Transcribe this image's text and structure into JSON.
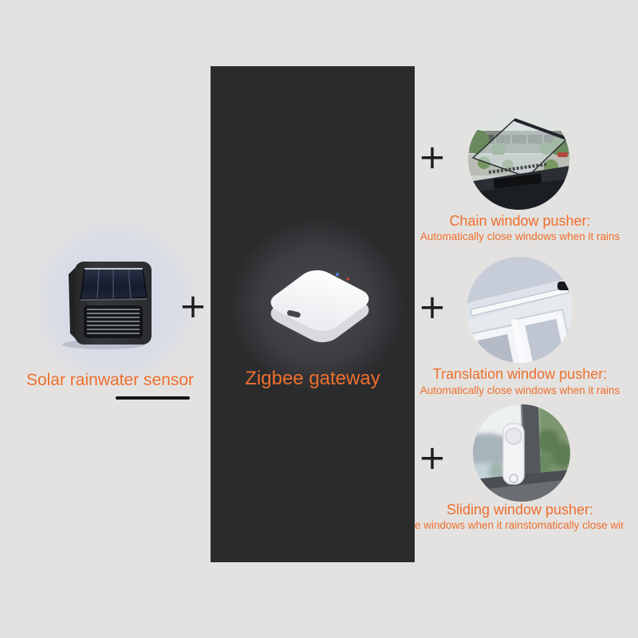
{
  "colors": {
    "background": "#e4e2e0",
    "panel": "#2b2b2e",
    "accent_orange": "#ed6f2e",
    "plus_black": "#1d1d1d"
  },
  "icons": {
    "plus": "+"
  },
  "left_column": {
    "device": "solar-rainwater-sensor",
    "label": "Solar rainwater sensor"
  },
  "center_column": {
    "device": "zigbee-gateway",
    "label": "Zigbee gateway"
  },
  "right_column": {
    "items": [
      {
        "photo": "chain-window-pusher-photo",
        "title": "Chain window pusher:",
        "subtitle": "Automatically close windows when it rains"
      },
      {
        "photo": "translation-window-pusher-photo",
        "title": "Translation window pusher:",
        "subtitle": "Automatically close windows when it rains"
      },
      {
        "photo": "sliding-window-pusher-photo",
        "title": "Sliding window pusher:",
        "subtitle": "e windows when it rainstomatically close wir"
      }
    ]
  }
}
